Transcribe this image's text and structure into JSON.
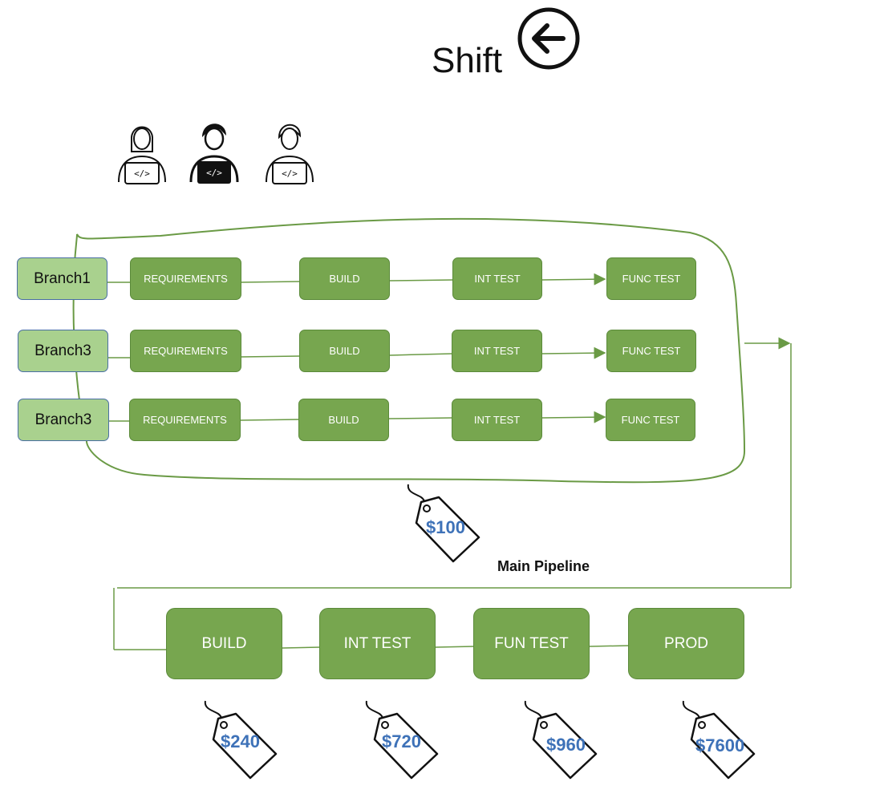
{
  "title": "Shift",
  "icons": {
    "back": "arrow-left-circle-icon",
    "developer": "developer-laptop-icon",
    "price_tag": "price-tag-icon"
  },
  "colors": {
    "stage": "#77a64f",
    "branch": "#a9d18e",
    "price": "#3e72b8",
    "connector": "#6a9a45"
  },
  "branches": [
    {
      "name": "Branch1",
      "stages": [
        "REQUIREMENTS",
        "BUILD",
        "INT TEST",
        "FUNC TEST"
      ]
    },
    {
      "name": "Branch3",
      "stages": [
        "REQUIREMENTS",
        "BUILD",
        "INT TEST",
        "FUNC TEST"
      ]
    },
    {
      "name": "Branch3",
      "stages": [
        "REQUIREMENTS",
        "BUILD",
        "INT TEST",
        "FUNC TEST"
      ]
    }
  ],
  "branch_cost": "$100",
  "main": {
    "label": "Main Pipeline",
    "stages": [
      "BUILD",
      "INT TEST",
      "FUN TEST",
      "PROD"
    ],
    "costs": [
      "$240",
      "$720",
      "$960",
      "$7600"
    ]
  }
}
